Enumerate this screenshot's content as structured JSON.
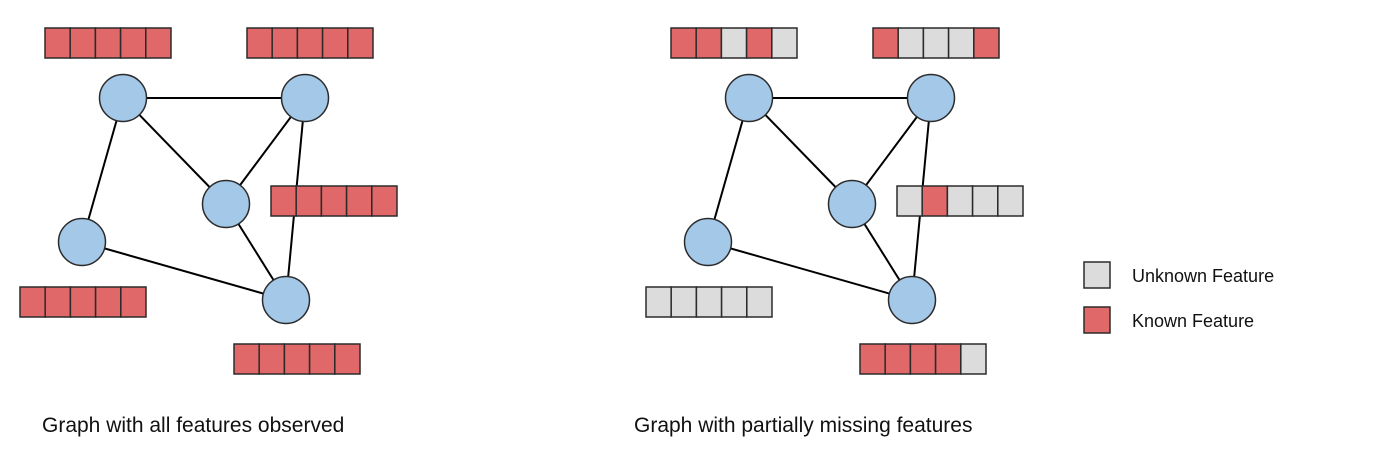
{
  "colors": {
    "node_fill": "#a4c8e8",
    "node_stroke": "#2b2b2b",
    "known": "#e06868",
    "unknown": "#dcdcdc",
    "cell_stroke": "#2b2b2b",
    "edge": "#000000"
  },
  "left_graph": {
    "caption": "Graph with all features observed",
    "features": [
      [
        "known",
        "known",
        "known",
        "known",
        "known"
      ],
      [
        "known",
        "known",
        "known",
        "known",
        "known"
      ],
      [
        "known",
        "known",
        "known",
        "known",
        "known"
      ],
      [
        "known",
        "known",
        "known",
        "known",
        "known"
      ],
      [
        "known",
        "known",
        "known",
        "known",
        "known"
      ]
    ]
  },
  "right_graph": {
    "caption": "Graph with partially missing features",
    "features": [
      [
        "known",
        "known",
        "unknown",
        "known",
        "unknown"
      ],
      [
        "known",
        "unknown",
        "unknown",
        "unknown",
        "known"
      ],
      [
        "unknown",
        "known",
        "unknown",
        "unknown",
        "unknown"
      ],
      [
        "unknown",
        "unknown",
        "unknown",
        "unknown",
        "unknown"
      ],
      [
        "known",
        "known",
        "known",
        "known",
        "unknown"
      ]
    ]
  },
  "legend": {
    "unknown_label": "Unknown Feature",
    "known_label": "Known Feature"
  }
}
